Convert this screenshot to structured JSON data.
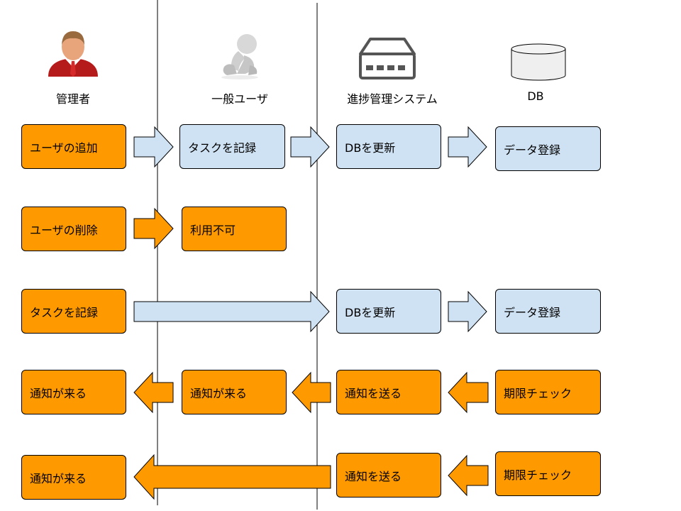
{
  "colors": {
    "actor_step": "#ff9900",
    "system_step": "#cfe2f3",
    "line": "#000000"
  },
  "actors": [
    {
      "label": "管理者",
      "icon": "businessman-icon"
    },
    {
      "label": "一般ユーザ",
      "icon": "sitting-figure-icon"
    },
    {
      "label": "進捗管理システム",
      "icon": "network-switch-icon"
    },
    {
      "label": "DB",
      "icon": "database-icon"
    }
  ],
  "rows": [
    {
      "steps": [
        {
          "label": "ユーザの追加",
          "color": "orange"
        },
        {
          "label": "タスクを記録",
          "color": "blue"
        },
        {
          "label": "DBを更新",
          "color": "blue"
        },
        {
          "label": "データ登録",
          "color": "blue"
        }
      ],
      "arrows": [
        {
          "from": "ユーザの追加",
          "to": "タスクを記録",
          "color": "blue",
          "direction": "right"
        },
        {
          "from": "タスクを記録",
          "to": "DBを更新",
          "color": "blue",
          "direction": "right"
        },
        {
          "from": "DBを更新",
          "to": "データ登録",
          "color": "blue",
          "direction": "right"
        }
      ]
    },
    {
      "steps": [
        {
          "label": "ユーザの削除",
          "color": "orange"
        },
        {
          "label": "利用不可",
          "color": "orange"
        }
      ],
      "arrows": [
        {
          "from": "ユーザの削除",
          "to": "利用不可",
          "color": "orange",
          "direction": "right"
        }
      ]
    },
    {
      "steps": [
        {
          "label": "タスクを記録",
          "color": "orange"
        },
        {
          "label": "DBを更新",
          "color": "blue"
        },
        {
          "label": "データ登録",
          "color": "blue"
        }
      ],
      "arrows": [
        {
          "from": "タスクを記録",
          "to": "DBを更新",
          "color": "blue",
          "direction": "right"
        },
        {
          "from": "DBを更新",
          "to": "データ登録",
          "color": "blue",
          "direction": "right"
        }
      ]
    },
    {
      "steps": [
        {
          "label": "通知が来る",
          "color": "orange"
        },
        {
          "label": "通知が来る",
          "color": "orange"
        },
        {
          "label": "通知を送る",
          "color": "orange"
        },
        {
          "label": "期限チェック",
          "color": "orange"
        }
      ],
      "arrows": [
        {
          "from": "期限チェック",
          "to": "通知を送る",
          "color": "orange",
          "direction": "left"
        },
        {
          "from": "通知を送る",
          "to": "通知が来る",
          "color": "orange",
          "direction": "left"
        },
        {
          "from": "通知が来る",
          "to": "通知が来る",
          "color": "orange",
          "direction": "left"
        }
      ]
    },
    {
      "steps": [
        {
          "label": "通知が来る",
          "color": "orange"
        },
        {
          "label": "通知を送る",
          "color": "orange"
        },
        {
          "label": "期限チェック",
          "color": "orange"
        }
      ],
      "arrows": [
        {
          "from": "期限チェック",
          "to": "通知を送る",
          "color": "orange",
          "direction": "left"
        },
        {
          "from": "通知を送る",
          "to": "通知が来る",
          "color": "orange",
          "direction": "left"
        }
      ]
    }
  ]
}
